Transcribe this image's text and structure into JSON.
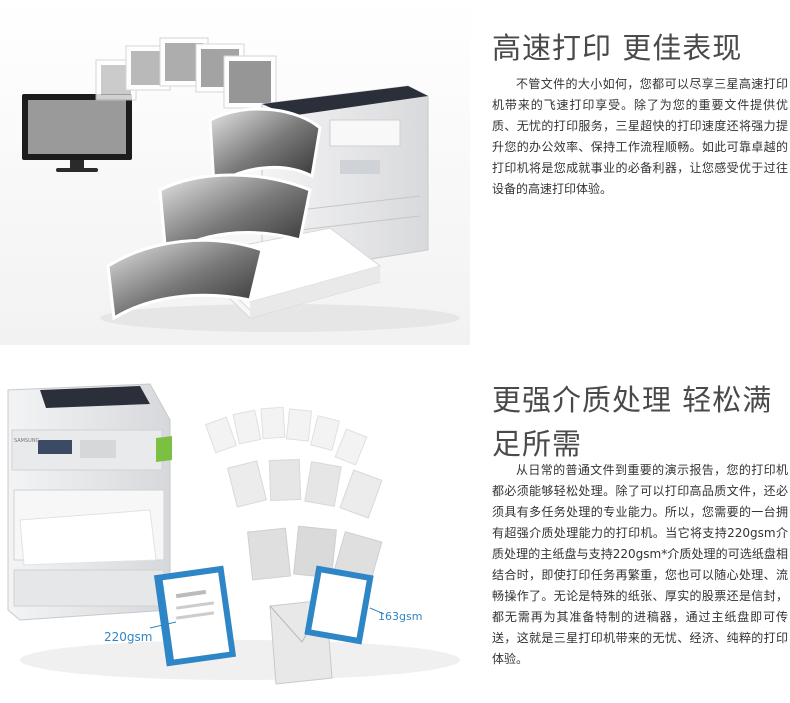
{
  "section1": {
    "title": "高速打印 更佳表现",
    "body": "不管文件的大小如何，您都可以尽享三星高速打印机带来的飞速打印享受。除了为您的重要文件提供优质、无忧的打印服务，三星超快的打印速度还将强力提升您的办公效率、保持工作流程顺畅。如此可靠卓越的打印机将是您成就事业的必备利器，让您感受优于过往设备的高速打印体验。"
  },
  "section2": {
    "title": "更强介质处理 轻松满足所需",
    "body": "从日常的普通文件到重要的演示报告，您的打印机都必须能够轻松处理。除了可以打印高品质文件，还必须具有多任务处理的专业能力。所以，您需要的一台拥有超强介质处理能力的打印机。当它将支持220gsm介质处理的主纸盘与支持220gsm*介质处理的可选纸盘相结合时，即使打印任务再繁重，您也可以随心处理、流畅操作了。无论是特殊的纸张、厚实的股票还是信封，都无需再为其准备特制的进稿器，通过主纸盘即可传送，这就是三星打印机带来的无忧、经济、纯粹的打印体验。",
    "labels": {
      "weight_220": "220gsm",
      "weight_163": "163gsm",
      "brand": "SAMSUNG"
    }
  },
  "colors": {
    "accent_blue": "#2f86c6",
    "printer_light": "#e9eaec",
    "printer_dark": "#2a2f3a",
    "accent_green": "#7bc043"
  }
}
